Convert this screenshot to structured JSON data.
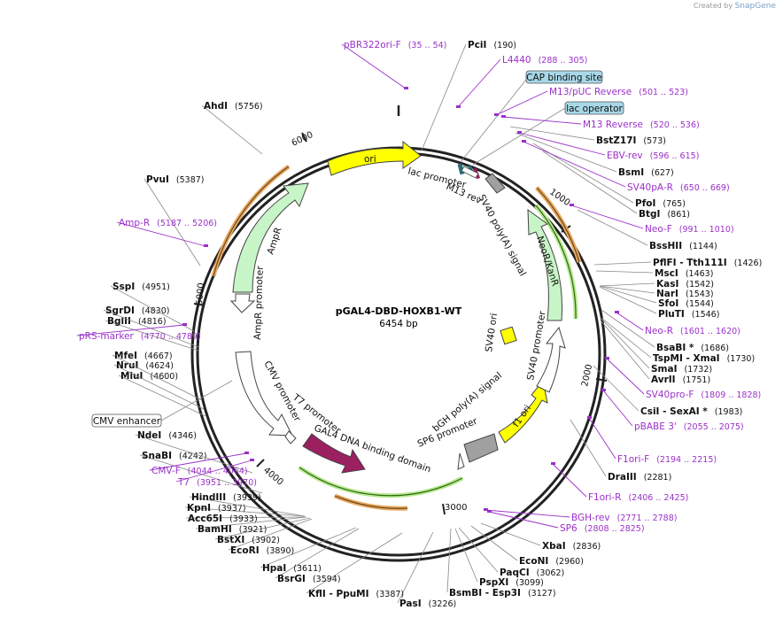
{
  "credit": {
    "created_by": "Created by",
    "brand": "SnapGene"
  },
  "plasmid": {
    "name": "pGAL4-DBD-HOXB1-WT",
    "length": "6454 bp",
    "length_bp": 6454
  },
  "ticks": [
    "1000",
    "2000",
    "3000",
    "4000",
    "5000",
    "6000"
  ],
  "sites": [
    {
      "name": "PciI",
      "pos": "(190)"
    },
    {
      "name": "BstZ17I",
      "pos": "(573)"
    },
    {
      "name": "BsmI",
      "pos": "(627)"
    },
    {
      "name": "PfoI",
      "pos": "(765)"
    },
    {
      "name": "BtgI",
      "pos": "(861)"
    },
    {
      "name": "BssHII",
      "pos": "(1144)"
    },
    {
      "name": "PflFI - Tth111I",
      "pos": "(1426)"
    },
    {
      "name": "MscI",
      "pos": "(1463)"
    },
    {
      "name": "KasI",
      "pos": "(1542)"
    },
    {
      "name": "NarI",
      "pos": "(1543)"
    },
    {
      "name": "SfoI",
      "pos": "(1544)"
    },
    {
      "name": "PluTI",
      "pos": "(1546)"
    },
    {
      "name": "BsaBI *",
      "pos": "(1686)"
    },
    {
      "name": "TspMI - XmaI",
      "pos": "(1730)"
    },
    {
      "name": "SmaI",
      "pos": "(1732)"
    },
    {
      "name": "AvrII",
      "pos": "(1751)"
    },
    {
      "name": "CsiI - SexAI *",
      "pos": "(1983)"
    },
    {
      "name": "DraIII",
      "pos": "(2281)"
    },
    {
      "name": "XbaI",
      "pos": "(2836)"
    },
    {
      "name": "EcoNI",
      "pos": "(2960)"
    },
    {
      "name": "PaqCI",
      "pos": "(3062)"
    },
    {
      "name": "PspXI",
      "pos": "(3099)"
    },
    {
      "name": "BsmBI - Esp3I",
      "pos": "(3127)"
    },
    {
      "name": "PasI",
      "pos": "(3226)"
    },
    {
      "name": "KflI - PpuMI",
      "pos": "(3387)"
    },
    {
      "name": "BsrGI",
      "pos": "(3594)"
    },
    {
      "name": "HpaI",
      "pos": "(3611)"
    },
    {
      "name": "EcoRI",
      "pos": "(3890)"
    },
    {
      "name": "BstXI",
      "pos": "(3902)"
    },
    {
      "name": "BamHI",
      "pos": "(3921)"
    },
    {
      "name": "Acc65I",
      "pos": "(3933)"
    },
    {
      "name": "KpnI",
      "pos": "(3937)"
    },
    {
      "name": "HindIII",
      "pos": "(3939)"
    },
    {
      "name": "SnaBI",
      "pos": "(4242)"
    },
    {
      "name": "NdeI",
      "pos": "(4346)"
    },
    {
      "name": "MluI",
      "pos": "(4600)"
    },
    {
      "name": "NruI",
      "pos": "(4624)"
    },
    {
      "name": "MfeI",
      "pos": "(4667)"
    },
    {
      "name": "BglII",
      "pos": "(4816)"
    },
    {
      "name": "SgrDI",
      "pos": "(4830)"
    },
    {
      "name": "SspI",
      "pos": "(4951)"
    },
    {
      "name": "PvuI",
      "pos": "(5387)"
    },
    {
      "name": "AhdI",
      "pos": "(5756)"
    }
  ],
  "primers": [
    {
      "name": "pBR322ori-F",
      "pos": "(35 .. 54)"
    },
    {
      "name": "L4440",
      "pos": "(288 .. 305)"
    },
    {
      "name": "M13/pUC Reverse",
      "pos": "(501 .. 523)"
    },
    {
      "name": "M13 Reverse",
      "pos": "(520 .. 536)"
    },
    {
      "name": "EBV-rev",
      "pos": "(596 .. 615)"
    },
    {
      "name": "SV40pA-R",
      "pos": "(650 .. 669)"
    },
    {
      "name": "Neo-F",
      "pos": "(991 .. 1010)"
    },
    {
      "name": "Neo-R",
      "pos": "(1601 .. 1620)"
    },
    {
      "name": "SV40pro-F",
      "pos": "(1809 .. 1828)"
    },
    {
      "name": "pBABE 3'",
      "pos": "(2055 .. 2075)"
    },
    {
      "name": "F1ori-F",
      "pos": "(2194 .. 2215)"
    },
    {
      "name": "F1ori-R",
      "pos": "(2406 .. 2425)"
    },
    {
      "name": "BGH-rev",
      "pos": "(2771 .. 2788)"
    },
    {
      "name": "SP6",
      "pos": "(2808 .. 2825)"
    },
    {
      "name": "T7",
      "pos": "(3951 .. 3970)"
    },
    {
      "name": "CMV-F",
      "pos": "(4044 .. 4064)"
    },
    {
      "name": "pRS-marker",
      "pos": "(4770 .. 4789)"
    },
    {
      "name": "Amp-R",
      "pos": "(5187 .. 5206)"
    }
  ],
  "boxed_features": {
    "cap": "CAP binding site",
    "lac_operator": "lac operator",
    "cmv_enhancer": "CMV enhancer"
  },
  "features": {
    "ori": "ori",
    "lac_promoter": "lac promoter",
    "m13_rev": "M13 rev",
    "sv40_polya": "SV40 poly(A) signal",
    "neor": "NeoR/KanR",
    "sv40_ori": "SV40 ori",
    "sv40_promoter": "SV40 promoter",
    "f1_ori": "f1 ori",
    "bgh": "bGH poly(A) signal",
    "sp6_promoter": "SP6 promoter",
    "gal4": "GAL4 DNA binding domain",
    "t7_promoter": "T7 promoter",
    "cmv_promoter": "CMV promoter",
    "ampr_promoter": "AmpR promoter",
    "ampr": "AmpR"
  },
  "colors": {
    "ori": "#ffff00",
    "ampr": "#c8f5c8",
    "gal4": "#9b2060",
    "primer": "#9b30c8",
    "orf_orange": "#e8a860",
    "orf_green": "#5aa02c",
    "box_blue": "#a8d8e8",
    "polya_gray": "#a0a0a0",
    "backbone": "#222222"
  }
}
